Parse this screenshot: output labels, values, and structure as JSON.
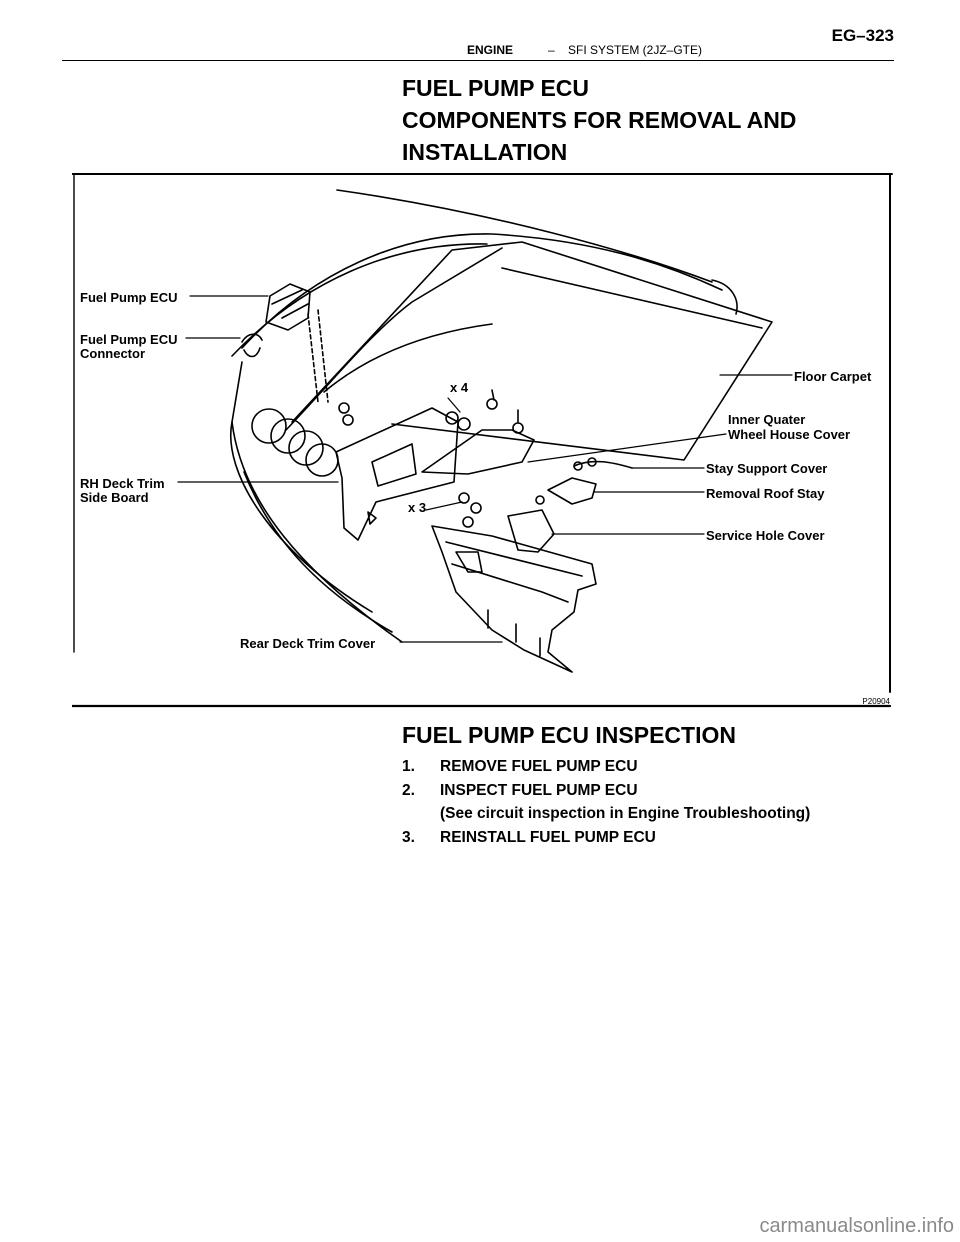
{
  "header": {
    "section": "ENGINE",
    "separator": "–",
    "system": "SFI SYSTEM (2JZ–GTE)",
    "page": "EG–323"
  },
  "title": {
    "line1": "FUEL PUMP ECU",
    "line2": "COMPONENTS FOR REMOVAL AND",
    "line3": "INSTALLATION"
  },
  "figure": {
    "code": "P20904",
    "labels": {
      "fuel_pump_ecu": "Fuel Pump ECU",
      "connector_line1": "Fuel Pump ECU",
      "connector_line2": "Connector",
      "rh_deck_line1": "RH Deck Trim",
      "rh_deck_line2": "Side Board",
      "rear_deck": "Rear Deck Trim Cover",
      "floor_carpet": "Floor Carpet",
      "inner_line1": "Inner Quater",
      "inner_line2": "Wheel House Cover",
      "stay_support": "Stay Support Cover",
      "removal_roof": "Removal Roof Stay",
      "service_hole": "Service Hole Cover",
      "qty_x4": "x 4",
      "qty_x3": "x 3"
    }
  },
  "inspection": {
    "heading": "FUEL PUMP ECU INSPECTION",
    "steps": [
      {
        "num": "1.",
        "text": "REMOVE FUEL PUMP ECU"
      },
      {
        "num": "2.",
        "text": "INSPECT FUEL PUMP ECU"
      },
      {
        "num": "3.",
        "text": "REINSTALL FUEL PUMP ECU"
      }
    ],
    "note": "(See circuit inspection in Engine Troubleshooting)"
  },
  "watermark": "carmanualsonline.info"
}
